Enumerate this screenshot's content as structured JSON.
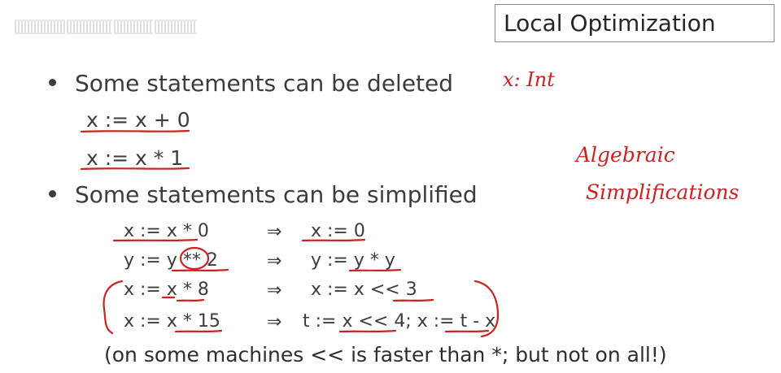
{
  "title": "Local Optimization",
  "bullets": [
    {
      "text": "Some statements can be deleted"
    },
    {
      "text": "Some statements can be simplified"
    }
  ],
  "deleted_statements": [
    "x := x + 0",
    "x := x * 1"
  ],
  "simplifications": [
    {
      "before": "x := x * 0",
      "arrow": "⇒",
      "after": "x := 0"
    },
    {
      "before": "y := y ** 2",
      "arrow": "⇒",
      "after": "y := y * y"
    },
    {
      "before": "x := x * 8",
      "arrow": "⇒",
      "after": "x := x << 3"
    },
    {
      "before": "x := x * 15",
      "arrow": "⇒",
      "after": "t := x << 4; x := t - x"
    }
  ],
  "footnote": "(on some machines << is faster than *; but not on all!)",
  "handwritten": {
    "type_note": "x: Int",
    "category_line1": "Algebraic",
    "category_line2": "Simplifications"
  },
  "colors": {
    "ink": "#cc2222",
    "text": "#3c3c3c",
    "title_border": "#8a8a8a"
  }
}
